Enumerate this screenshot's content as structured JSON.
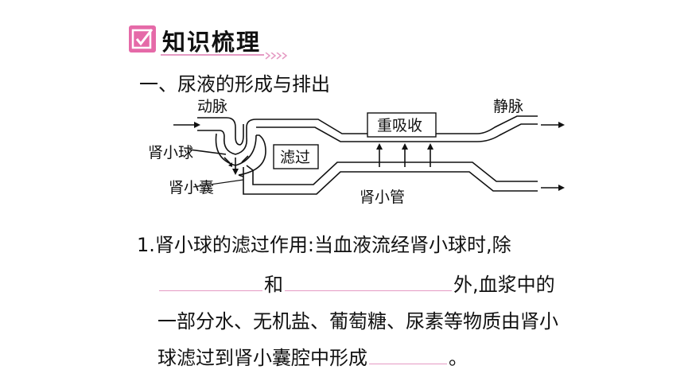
{
  "header": {
    "title": "知识梳理",
    "icon": "checkbox-icon",
    "accent_color": "#e56aa8"
  },
  "section": {
    "title": "一、尿液的形成与排出"
  },
  "diagram": {
    "labels": {
      "artery": "动脉",
      "vein": "静脉",
      "glomerulus": "肾小球",
      "capsule": "肾小囊",
      "tubule": "肾小管",
      "filtration": "滤过",
      "reabsorption": "重吸收"
    }
  },
  "question": {
    "line1": "1.肾小球的滤过作用:当血液流经肾小球时,除",
    "line2_and": "和",
    "line2_tail": "外,血浆中的",
    "line3": "一部分水、无机盐、葡萄糖、尿素等物质由肾小",
    "line4": "球滤过到肾小囊腔中形成",
    "line4_end": "。"
  }
}
